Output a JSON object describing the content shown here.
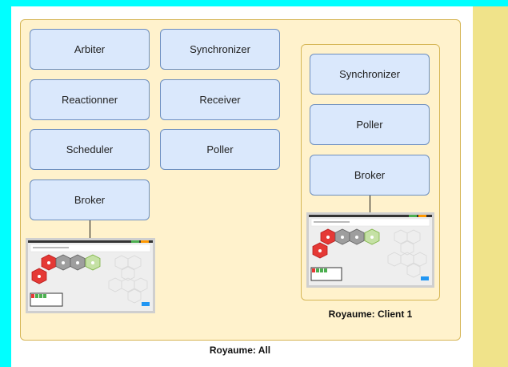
{
  "diagram": {
    "realm_all": {
      "label": "Royaume: All",
      "daemons": [
        "Arbiter",
        "Synchronizer",
        "Reactionner",
        "Receiver",
        "Scheduler",
        "Poller",
        "Broker"
      ]
    },
    "realm_client1": {
      "label": "Royaume: Client 1",
      "daemons": [
        "Synchronizer",
        "Poller",
        "Broker"
      ]
    }
  },
  "colors": {
    "page_background": "#00ffff",
    "realm_fill": "#fff2cc",
    "realm_border": "#d6b656",
    "daemon_fill": "#dae8fc",
    "daemon_border": "#6c8ebf",
    "side_panel": "#f0e38a",
    "hex_red": "#e53935",
    "hex_gray": "#9e9e9e",
    "hex_green": "#c5e1a5"
  }
}
